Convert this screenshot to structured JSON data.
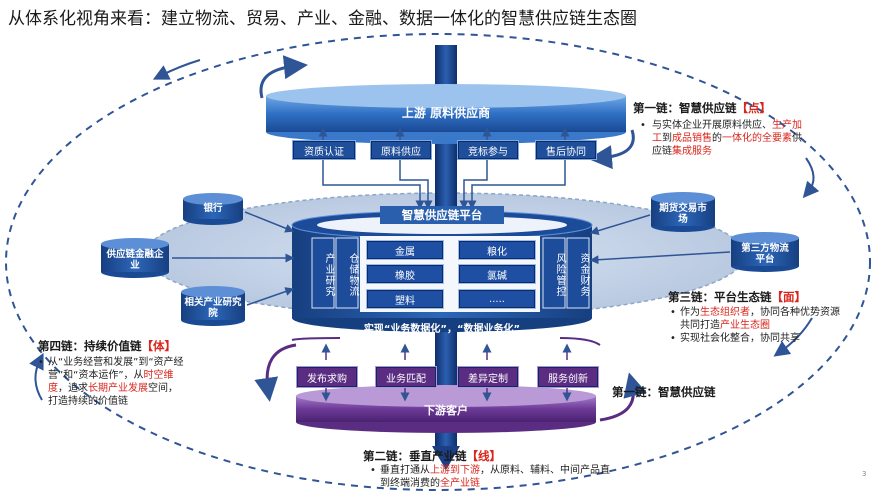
{
  "title": "从体系化视角来看：建立物流、贸易、产业、金融、数据一体化的智慧供应链生态圈",
  "upstream": {
    "band": "上游 原料供应商",
    "items": [
      "资质认证",
      "原料供应",
      "竞标参与",
      "售后协同"
    ]
  },
  "platform": {
    "title": "智慧供应链平台",
    "left_cols": [
      "产业研究",
      "仓储物流"
    ],
    "right_cols": [
      "风险管控",
      "资金财务"
    ],
    "grid": [
      "金属",
      "粮化",
      "橡胶",
      "氯碱",
      "塑料",
      "....."
    ],
    "bottom": "实现“业务数据化”，“数据业务化”"
  },
  "satellites": {
    "bank": "银行",
    "supply_finance": "供应链金融企业",
    "research": "相关产业研究院",
    "futures": "期货交易市场",
    "logistics": "第三方物流平台"
  },
  "downstream": {
    "band": "下游客户",
    "items": [
      "发布求购",
      "业务匹配",
      "差异定制",
      "服务创新"
    ]
  },
  "chain1": {
    "heading": "第一链：智慧供应链",
    "bracket": "【点】",
    "text_parts": [
      "与实体企业开展原料供应、",
      "生产加工",
      "到",
      "成品销售",
      "的",
      "一体化的全要素",
      "供应链",
      "集成服务"
    ]
  },
  "chain3": {
    "heading": "第三链：平台生态链",
    "bracket": "【面】",
    "b1_parts": [
      "作为",
      "生态组织者",
      "，协同各种优势资源共同打造",
      "产业生态圈"
    ],
    "b2": "实现社会化整合，协同共享"
  },
  "chain4": {
    "heading": "第四链：持续价值链",
    "bracket": "【体】",
    "text_parts": [
      "从“业务经营和发展”到“资产经营”和“资本运作”，从",
      "时空维度",
      "，追求",
      "长期产业发展",
      "空间，打造持续的价值链"
    ]
  },
  "chain1b": {
    "heading": "第一链：智慧供应链"
  },
  "chain2": {
    "heading": "第二链：垂直产业链",
    "bracket": "【线】",
    "text_parts": [
      "垂直打通从",
      "上游到下游",
      "，从原料、辅料、中间产品直到终端消费的",
      "全产业链"
    ]
  },
  "page_num": "3",
  "colors": {
    "blue": "#1f4e9a",
    "purple": "#5a2d82",
    "red": "#d9261c",
    "ring": "#2f5597"
  }
}
